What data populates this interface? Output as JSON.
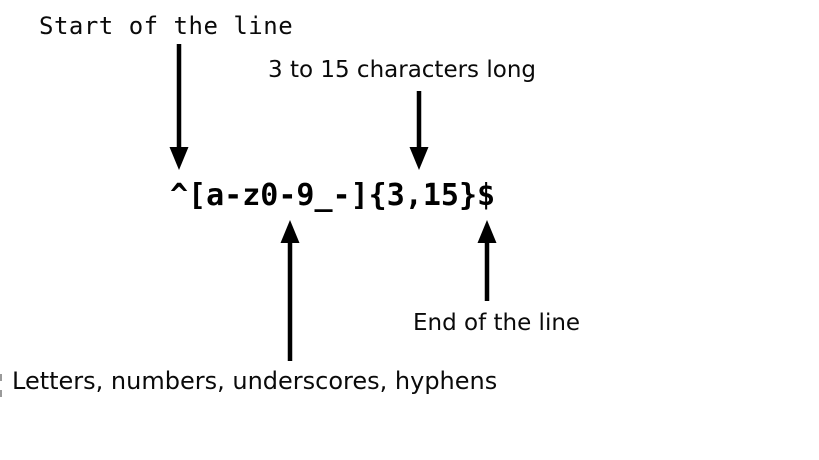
{
  "diagram": {
    "regex": "^[a-z0-9_-]{3,15}$",
    "annotations": {
      "start": "Start of the line",
      "length": "3 to 15 characters long",
      "end": "End of the line",
      "charset": "Letters, numbers, underscores, hyphens"
    },
    "arrows": [
      {
        "name": "start-pointer",
        "direction": "down",
        "points_to": "^"
      },
      {
        "name": "length-pointer",
        "direction": "down",
        "points_to": "{3,15}"
      },
      {
        "name": "charset-pointer",
        "direction": "up",
        "points_to": "[a-z0-9_-]"
      },
      {
        "name": "end-pointer",
        "direction": "up",
        "points_to": "$"
      }
    ],
    "colors": {
      "foreground": "#000000",
      "background": "#ffffff"
    }
  }
}
